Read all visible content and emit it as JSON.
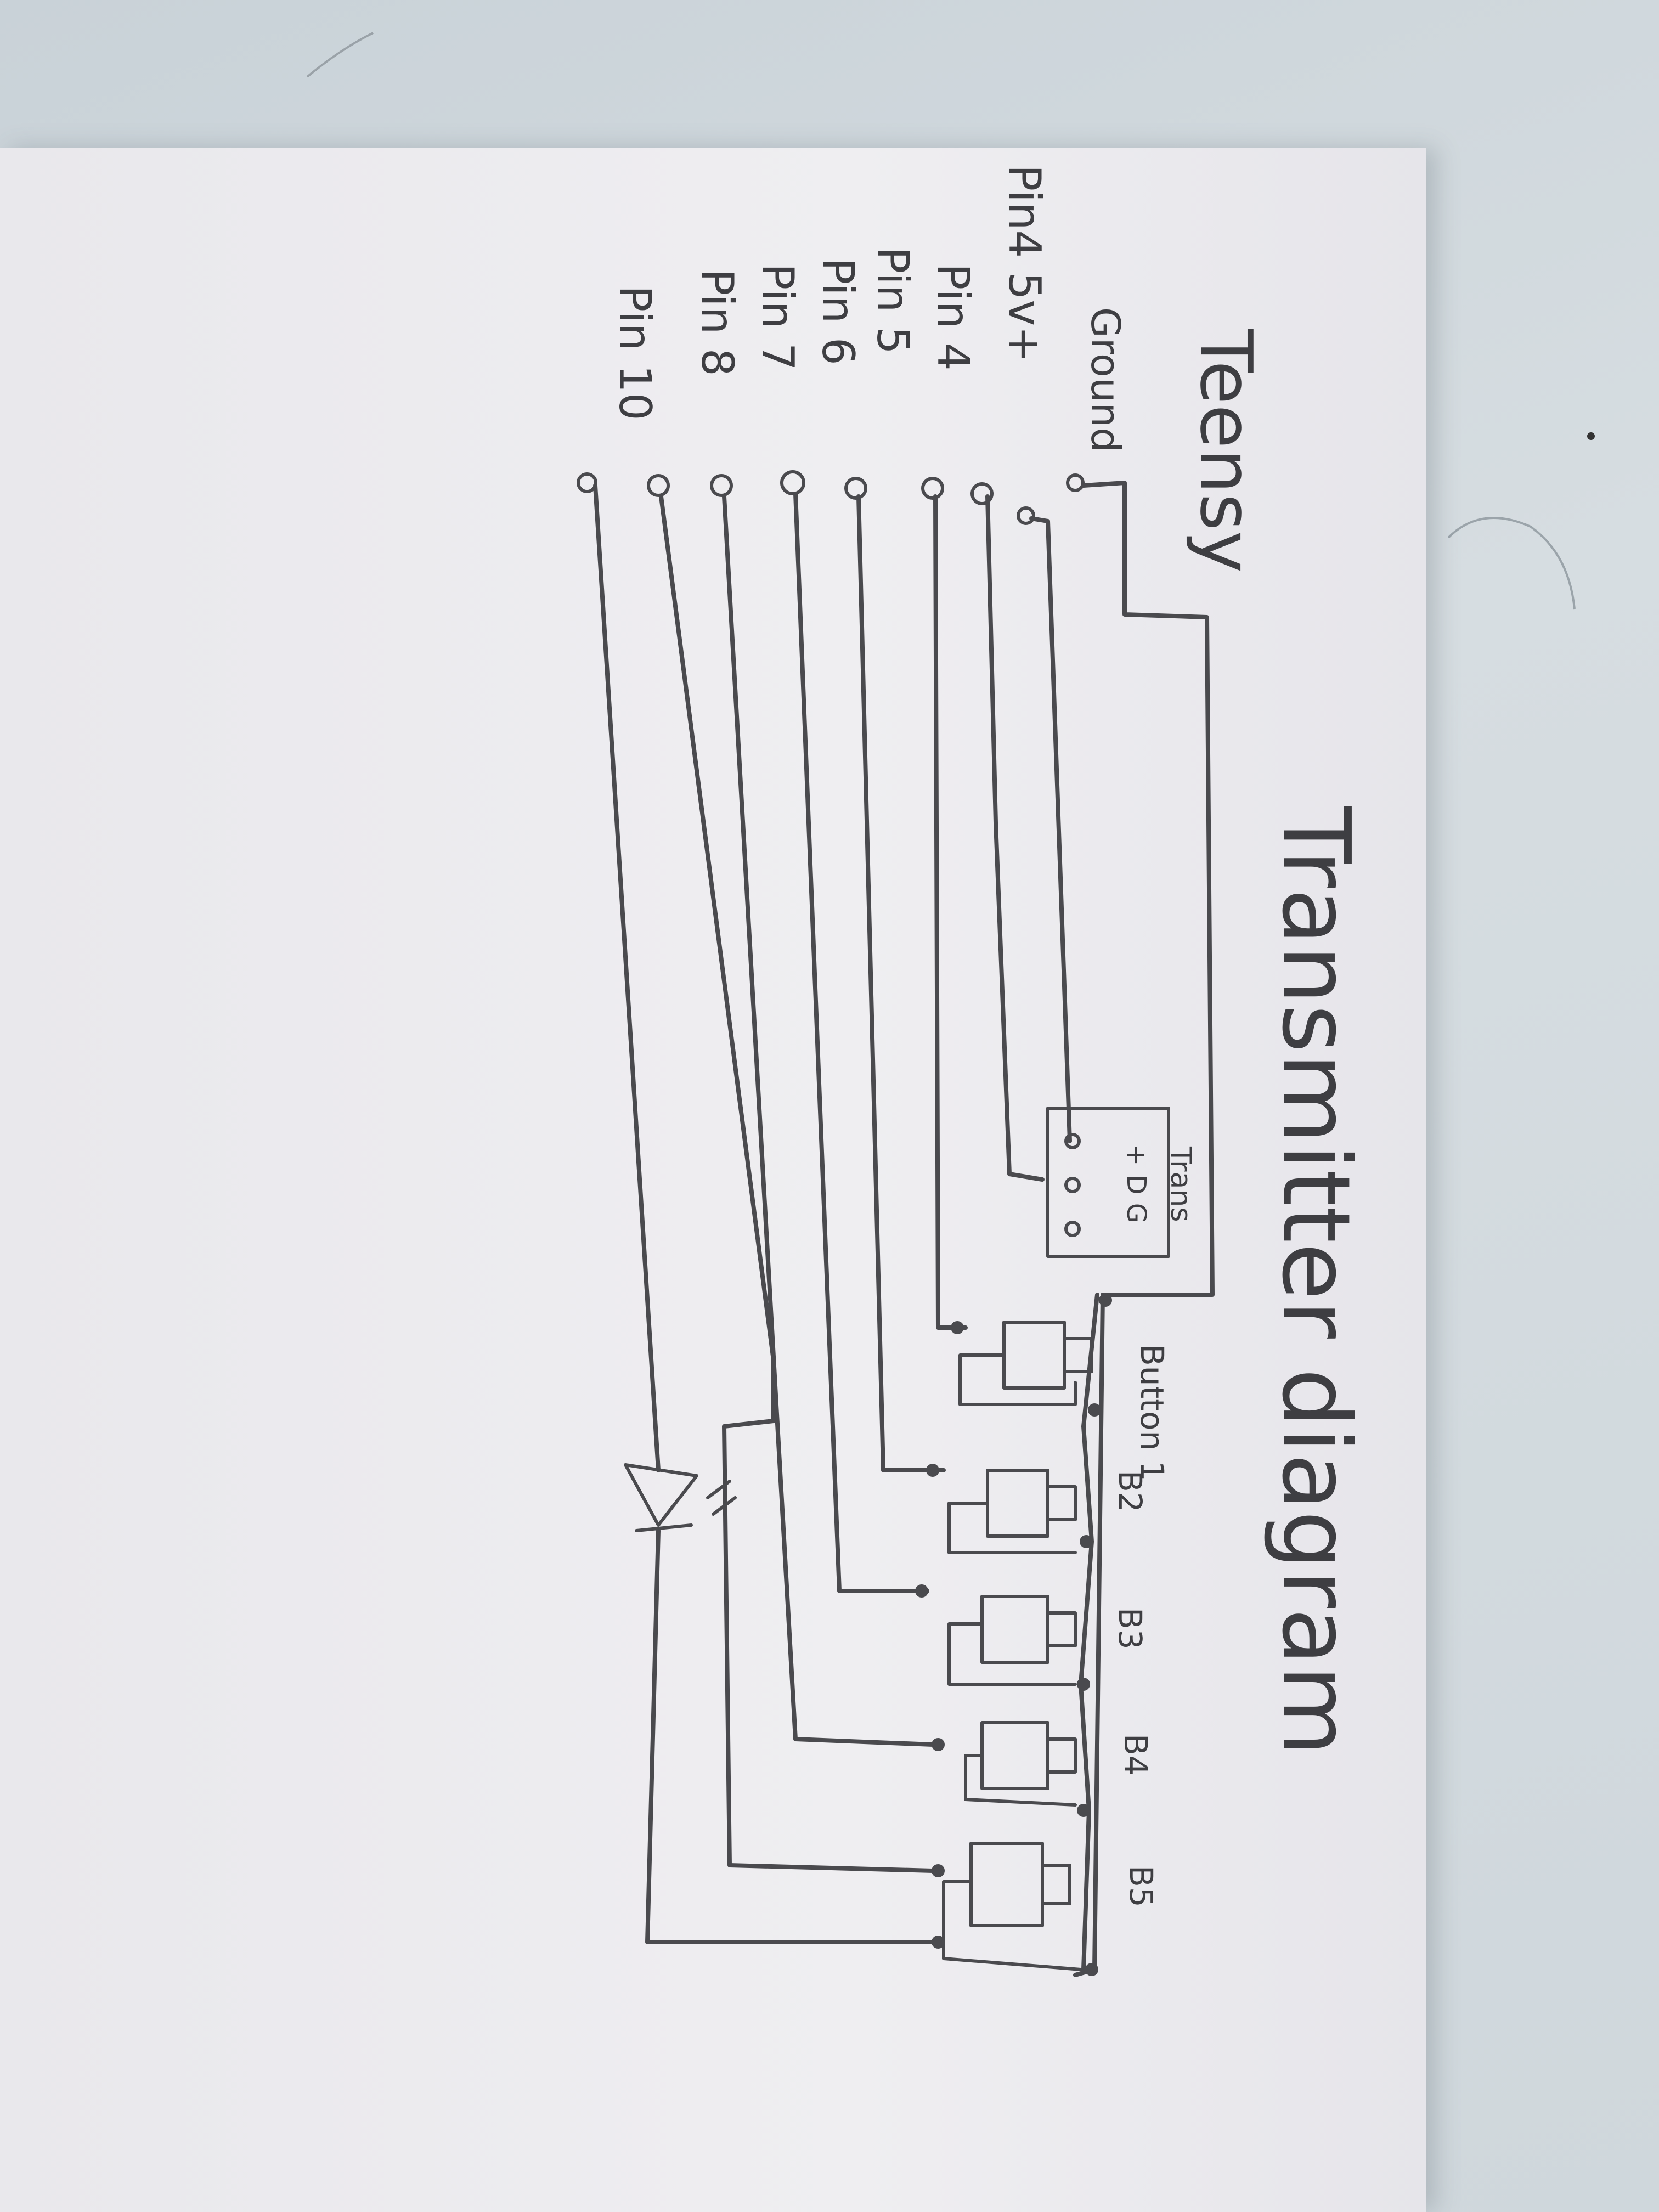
{
  "diagram": {
    "title": "Transmitter diagram",
    "board_label": "Teensy",
    "pins": [
      "Ground",
      "Pin4 5v+",
      "Pin 4",
      "Pin 5",
      "Pin 6",
      "Pin 7",
      "Pin 8",
      "Pin 10"
    ],
    "transmitter": {
      "label": "Trans",
      "terminals": "+ D G"
    },
    "buttons": [
      "Button 1",
      "B2",
      "B3",
      "B4",
      "B5"
    ],
    "led_label": "LED"
  }
}
